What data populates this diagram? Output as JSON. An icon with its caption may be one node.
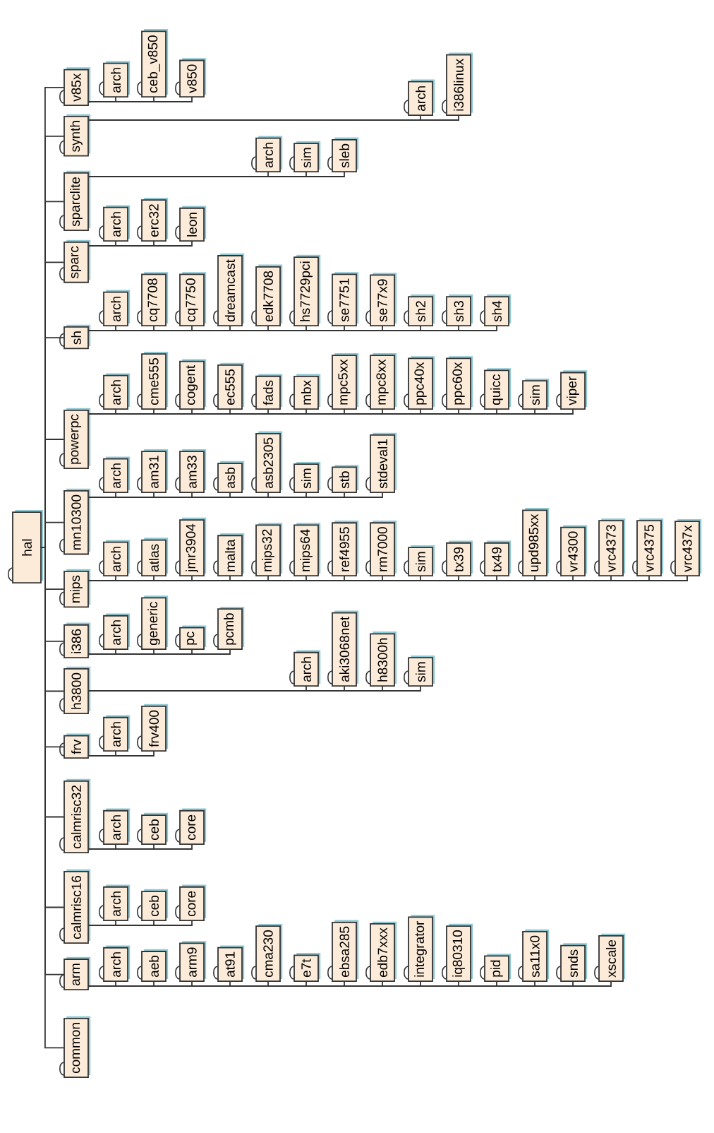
{
  "diagram": {
    "nodes": [
      {
        "text": [
          "hal"
        ]
      },
      {
        "text": [
          "common"
        ]
      },
      {
        "text": [
          "arm"
        ]
      },
      {
        "text": [
          "arch"
        ]
      },
      {
        "text": [
          "aeb"
        ]
      },
      {
        "text": [
          "arm9"
        ]
      },
      {
        "text": [
          "at91"
        ]
      },
      {
        "text": [
          "cma230"
        ]
      },
      {
        "text": [
          "e7t"
        ]
      },
      {
        "text": [
          "ebsa285"
        ]
      },
      {
        "text": [
          "edb7xxx"
        ]
      },
      {
        "text": [
          "integrator"
        ]
      },
      {
        "text": [
          "iq80310"
        ]
      },
      {
        "text": [
          "pid"
        ]
      },
      {
        "text": [
          "sa11x0"
        ]
      },
      {
        "text": [
          "snds"
        ]
      },
      {
        "text": [
          "xscale"
        ]
      },
      {
        "text": [
          "calmrisc16"
        ]
      },
      {
        "text": [
          "arch"
        ]
      },
      {
        "text": [
          "ceb"
        ]
      },
      {
        "text": [
          "core"
        ]
      },
      {
        "text": [
          "calmrisc32"
        ]
      },
      {
        "text": [
          "arch"
        ]
      },
      {
        "text": [
          "ceb"
        ]
      },
      {
        "text": [
          "core"
        ]
      },
      {
        "text": [
          "frv"
        ]
      },
      {
        "text": [
          "arch"
        ]
      },
      {
        "text": [
          "frv400"
        ]
      },
      {
        "text": [
          "h3800"
        ]
      },
      {
        "text": [
          "arch"
        ]
      },
      {
        "text": [
          "aki3068net"
        ]
      },
      {
        "text": [
          "h8300h"
        ]
      },
      {
        "text": [
          "sim"
        ]
      },
      {
        "text": [
          "i386"
        ]
      },
      {
        "text": [
          "arch"
        ]
      },
      {
        "text": [
          "generic"
        ]
      },
      {
        "text": [
          "pc"
        ]
      },
      {
        "text": [
          "pcmb"
        ]
      },
      {
        "text": [
          "mips"
        ]
      },
      {
        "text": [
          "arch"
        ]
      },
      {
        "text": [
          "atlas"
        ]
      },
      {
        "text": [
          "jmr3904"
        ]
      },
      {
        "text": [
          "malta"
        ]
      },
      {
        "text": [
          "mips32"
        ]
      },
      {
        "text": [
          "mips64"
        ]
      },
      {
        "text": [
          "ref4955"
        ]
      },
      {
        "text": [
          "rm7000"
        ]
      },
      {
        "text": [
          "sim"
        ]
      },
      {
        "text": [
          "tx39"
        ]
      },
      {
        "text": [
          "tx49"
        ]
      },
      {
        "text": [
          "upd985xx"
        ]
      },
      {
        "text": [
          "vr4300"
        ]
      },
      {
        "text": [
          "vrc4373"
        ]
      },
      {
        "text": [
          "vrc4375"
        ]
      },
      {
        "text": [
          "vrc437x"
        ]
      },
      {
        "text": [
          "mn10300"
        ]
      },
      {
        "text": [
          "arch"
        ]
      },
      {
        "text": [
          "am31"
        ]
      },
      {
        "text": [
          "am33"
        ]
      },
      {
        "text": [
          "asb"
        ]
      },
      {
        "text": [
          "asb2305"
        ]
      },
      {
        "text": [
          "sim"
        ]
      },
      {
        "text": [
          "stb"
        ]
      },
      {
        "text": [
          "stdeval1"
        ]
      },
      {
        "text": [
          "powerpc"
        ]
      },
      {
        "text": [
          "arch"
        ]
      },
      {
        "text": [
          "cme555"
        ]
      },
      {
        "text": [
          "cogent"
        ]
      },
      {
        "text": [
          "ec555"
        ]
      },
      {
        "text": [
          "fads"
        ]
      },
      {
        "text": [
          "mbx"
        ]
      },
      {
        "text": [
          "mpc5xx"
        ]
      },
      {
        "text": [
          "mpc8xx"
        ]
      },
      {
        "text": [
          "ppc40x"
        ]
      },
      {
        "text": [
          "ppc60x"
        ]
      },
      {
        "text": [
          "quicc"
        ]
      },
      {
        "text": [
          "sim"
        ]
      },
      {
        "text": [
          "viper"
        ]
      },
      {
        "text": [
          "sh"
        ]
      },
      {
        "text": [
          "arch"
        ]
      },
      {
        "text": [
          "cq7708"
        ]
      },
      {
        "text": [
          "cq7750"
        ]
      },
      {
        "text": [
          "dreamcast"
        ]
      },
      {
        "text": [
          "edk7708"
        ]
      },
      {
        "text": [
          "hs7729pci"
        ]
      },
      {
        "text": [
          "se7751"
        ]
      },
      {
        "text": [
          "se77x9"
        ]
      },
      {
        "text": [
          "sh2"
        ]
      },
      {
        "text": [
          "sh3"
        ]
      },
      {
        "text": [
          "sh4"
        ]
      },
      {
        "text": [
          "sparc"
        ]
      },
      {
        "text": [
          "arch"
        ]
      },
      {
        "text": [
          "erc32"
        ]
      },
      {
        "text": [
          "leon"
        ]
      },
      {
        "text": [
          "sparclite"
        ]
      },
      {
        "text": [
          "arch"
        ]
      },
      {
        "text": [
          "sim"
        ]
      },
      {
        "text": [
          "sleb"
        ]
      },
      {
        "text": [
          "synth"
        ]
      },
      {
        "text": [
          "arch"
        ]
      },
      {
        "text": [
          "i386linux"
        ]
      },
      {
        "text": [
          "v85x"
        ]
      },
      {
        "text": [
          "arch"
        ]
      },
      {
        "text": [
          "ceb_v850"
        ]
      },
      {
        "text": [
          "v850"
        ]
      }
    ],
    "edges": [
      {
        "from": 0,
        "to": 1,
        "arrow": "none"
      },
      {
        "from": 0,
        "to": 2,
        "arrow": "none"
      },
      {
        "from": 0,
        "to": 17,
        "arrow": "none"
      },
      {
        "from": 0,
        "to": 21,
        "arrow": "none"
      },
      {
        "from": 0,
        "to": 25,
        "arrow": "none"
      },
      {
        "from": 0,
        "to": 28,
        "arrow": "none"
      },
      {
        "from": 0,
        "to": 33,
        "arrow": "none"
      },
      {
        "from": 0,
        "to": 38,
        "arrow": "none"
      },
      {
        "from": 0,
        "to": 55,
        "arrow": "none"
      },
      {
        "from": 0,
        "to": 64,
        "arrow": "none"
      },
      {
        "from": 0,
        "to": 78,
        "arrow": "none"
      },
      {
        "from": 0,
        "to": 90,
        "arrow": "none"
      },
      {
        "from": 0,
        "to": 94,
        "arrow": "none"
      },
      {
        "from": 0,
        "to": 98,
        "arrow": "none"
      },
      {
        "from": 0,
        "to": 101,
        "arrow": "none"
      },
      {
        "from": 2,
        "to": 3,
        "arrow": "none"
      },
      {
        "from": 2,
        "to": 4,
        "arrow": "none"
      },
      {
        "from": 2,
        "to": 5,
        "arrow": "none"
      },
      {
        "from": 2,
        "to": 6,
        "arrow": "none"
      },
      {
        "from": 2,
        "to": 7,
        "arrow": "none"
      },
      {
        "from": 2,
        "to": 8,
        "arrow": "none"
      },
      {
        "from": 2,
        "to": 9,
        "arrow": "none"
      },
      {
        "from": 2,
        "to": 10,
        "arrow": "none"
      },
      {
        "from": 2,
        "to": 11,
        "arrow": "none"
      },
      {
        "from": 2,
        "to": 12,
        "arrow": "none"
      },
      {
        "from": 2,
        "to": 13,
        "arrow": "none"
      },
      {
        "from": 2,
        "to": 14,
        "arrow": "none"
      },
      {
        "from": 2,
        "to": 15,
        "arrow": "none"
      },
      {
        "from": 2,
        "to": 16,
        "arrow": "none"
      },
      {
        "from": 17,
        "to": 18,
        "arrow": "none"
      },
      {
        "from": 17,
        "to": 19,
        "arrow": "none"
      },
      {
        "from": 17,
        "to": 20,
        "arrow": "none"
      },
      {
        "from": 21,
        "to": 22,
        "arrow": "none"
      },
      {
        "from": 21,
        "to": 23,
        "arrow": "none"
      },
      {
        "from": 21,
        "to": 24,
        "arrow": "none"
      },
      {
        "from": 25,
        "to": 26,
        "arrow": "none"
      },
      {
        "from": 25,
        "to": 27,
        "arrow": "none"
      },
      {
        "from": 28,
        "to": 29,
        "arrow": "none"
      },
      {
        "from": 28,
        "to": 30,
        "arrow": "none"
      },
      {
        "from": 28,
        "to": 31,
        "arrow": "none"
      },
      {
        "from": 28,
        "to": 32,
        "arrow": "none"
      },
      {
        "from": 33,
        "to": 34,
        "arrow": "none"
      },
      {
        "from": 33,
        "to": 35,
        "arrow": "none"
      },
      {
        "from": 33,
        "to": 36,
        "arrow": "none"
      },
      {
        "from": 33,
        "to": 37,
        "arrow": "none"
      },
      {
        "from": 38,
        "to": 39,
        "arrow": "none"
      },
      {
        "from": 38,
        "to": 40,
        "arrow": "none"
      },
      {
        "from": 38,
        "to": 41,
        "arrow": "none"
      },
      {
        "from": 38,
        "to": 42,
        "arrow": "none"
      },
      {
        "from": 38,
        "to": 43,
        "arrow": "none"
      },
      {
        "from": 38,
        "to": 44,
        "arrow": "none"
      },
      {
        "from": 38,
        "to": 45,
        "arrow": "none"
      },
      {
        "from": 38,
        "to": 46,
        "arrow": "none"
      },
      {
        "from": 38,
        "to": 47,
        "arrow": "none"
      },
      {
        "from": 38,
        "to": 48,
        "arrow": "none"
      },
      {
        "from": 38,
        "to": 49,
        "arrow": "none"
      },
      {
        "from": 38,
        "to": 50,
        "arrow": "none"
      },
      {
        "from": 38,
        "to": 51,
        "arrow": "none"
      },
      {
        "from": 38,
        "to": 52,
        "arrow": "none"
      },
      {
        "from": 38,
        "to": 53,
        "arrow": "none"
      },
      {
        "from": 38,
        "to": 54,
        "arrow": "none"
      },
      {
        "from": 55,
        "to": 56,
        "arrow": "none"
      },
      {
        "from": 55,
        "to": 57,
        "arrow": "none"
      },
      {
        "from": 55,
        "to": 58,
        "arrow": "none"
      },
      {
        "from": 55,
        "to": 59,
        "arrow": "none"
      },
      {
        "from": 55,
        "to": 60,
        "arrow": "none"
      },
      {
        "from": 55,
        "to": 61,
        "arrow": "none"
      },
      {
        "from": 55,
        "to": 62,
        "arrow": "none"
      },
      {
        "from": 55,
        "to": 63,
        "arrow": "none"
      },
      {
        "from": 64,
        "to": 65,
        "arrow": "none"
      },
      {
        "from": 64,
        "to": 66,
        "arrow": "none"
      },
      {
        "from": 64,
        "to": 67,
        "arrow": "none"
      },
      {
        "from": 64,
        "to": 68,
        "arrow": "none"
      },
      {
        "from": 64,
        "to": 69,
        "arrow": "none"
      },
      {
        "from": 64,
        "to": 70,
        "arrow": "none"
      },
      {
        "from": 64,
        "to": 71,
        "arrow": "none"
      },
      {
        "from": 64,
        "to": 72,
        "arrow": "none"
      },
      {
        "from": 64,
        "to": 73,
        "arrow": "none"
      },
      {
        "from": 64,
        "to": 74,
        "arrow": "none"
      },
      {
        "from": 64,
        "to": 75,
        "arrow": "none"
      },
      {
        "from": 64,
        "to": 76,
        "arrow": "none"
      },
      {
        "from": 64,
        "to": 77,
        "arrow": "none"
      },
      {
        "from": 78,
        "to": 79,
        "arrow": "none"
      },
      {
        "from": 78,
        "to": 80,
        "arrow": "none"
      },
      {
        "from": 78,
        "to": 81,
        "arrow": "none"
      },
      {
        "from": 78,
        "to": 82,
        "arrow": "none"
      },
      {
        "from": 78,
        "to": 83,
        "arrow": "none"
      },
      {
        "from": 78,
        "to": 84,
        "arrow": "none"
      },
      {
        "from": 78,
        "to": 85,
        "arrow": "none"
      },
      {
        "from": 78,
        "to": 86,
        "arrow": "none"
      },
      {
        "from": 78,
        "to": 87,
        "arrow": "none"
      },
      {
        "from": 78,
        "to": 88,
        "arrow": "none"
      },
      {
        "from": 78,
        "to": 89,
        "arrow": "none"
      },
      {
        "from": 90,
        "to": 91,
        "arrow": "none"
      },
      {
        "from": 90,
        "to": 92,
        "arrow": "none"
      },
      {
        "from": 90,
        "to": 93,
        "arrow": "none"
      },
      {
        "from": 94,
        "to": 95,
        "arrow": "none"
      },
      {
        "from": 94,
        "to": 96,
        "arrow": "none"
      },
      {
        "from": 94,
        "to": 97,
        "arrow": "none"
      },
      {
        "from": 98,
        "to": 99,
        "arrow": "none"
      },
      {
        "from": 98,
        "to": 100,
        "arrow": "none"
      },
      {
        "from": 101,
        "to": 102,
        "arrow": "none"
      },
      {
        "from": 101,
        "to": 103,
        "arrow": "none"
      },
      {
        "from": 101,
        "to": 104,
        "arrow": "none"
      }
    ]
  }
}
